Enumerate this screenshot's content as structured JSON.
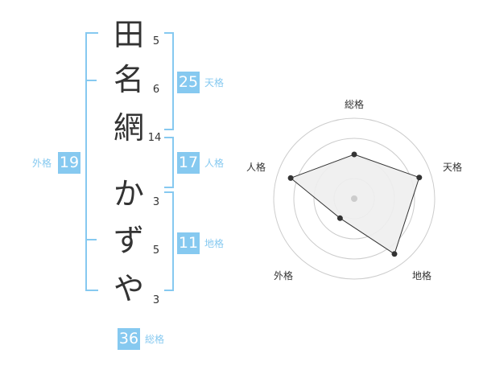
{
  "name": {
    "characters": [
      {
        "char": "田",
        "strokes": "5"
      },
      {
        "char": "名",
        "strokes": "6"
      },
      {
        "char": "網",
        "strokes": "14"
      },
      {
        "char": "か",
        "strokes": "3"
      },
      {
        "char": "ず",
        "strokes": "5"
      },
      {
        "char": "や",
        "strokes": "3"
      }
    ]
  },
  "kakusu": {
    "tenkaku": {
      "label": "天格",
      "value": "25"
    },
    "jinkaku": {
      "label": "人格",
      "value": "17"
    },
    "chikaku": {
      "label": "地格",
      "value": "11"
    },
    "gaikaku": {
      "label": "外格",
      "value": "19"
    },
    "soukaku": {
      "label": "総格",
      "value": "36"
    }
  },
  "colors": {
    "accent": "#86c9f0",
    "text": "#333333",
    "ring": "#cccccc",
    "polygon_fill": "#eeeeee"
  },
  "chart_data": {
    "type": "radar",
    "axes": [
      "総格",
      "天格",
      "地格",
      "外格",
      "人格"
    ],
    "values": [
      0.55,
      0.85,
      0.85,
      0.3,
      0.83
    ],
    "range": [
      0,
      1
    ],
    "rings": 4
  }
}
